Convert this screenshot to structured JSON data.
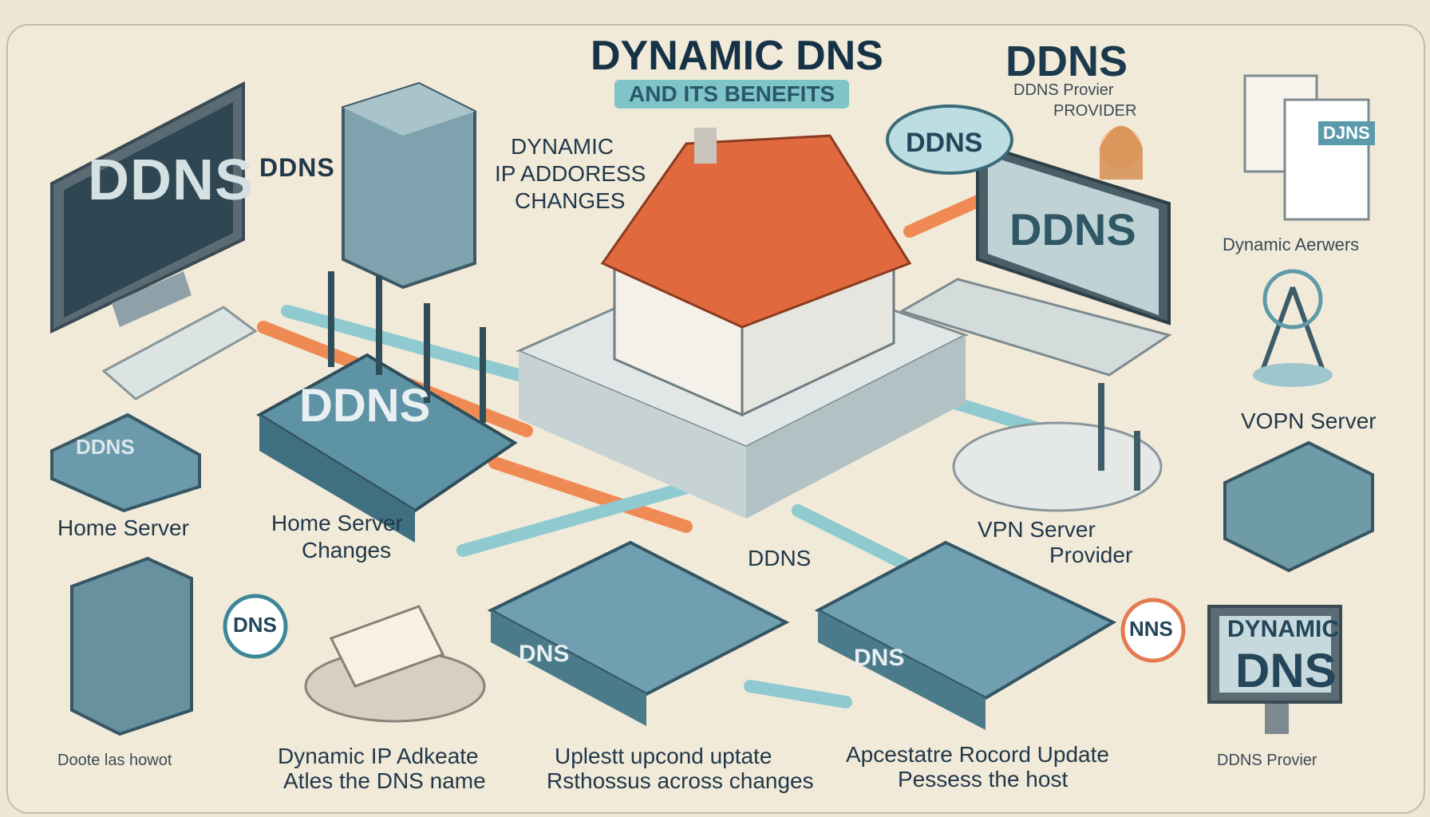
{
  "title": "DYNAMIC DNS",
  "subtitle": "AND ITS BENEFITS",
  "labels": {
    "ddns_top": "DDNS",
    "ddns_provider_1": "DDNS Provier",
    "ddns_provider_2": "PROVIDER",
    "monitor_ddns": "DDNS",
    "server_ddns": "DDNS",
    "dynamic_ip_1": "DYNAMIC",
    "dynamic_ip_2": "IP ADDORESS",
    "dynamic_ip_3": "CHANGES",
    "cloud_ddns": "DDNS",
    "laptop_ddns": "DDNS",
    "document_djns": "DJNS",
    "dynamic_aerwers": "Dynamic Aerwers",
    "vopn_server": "VOPN Server",
    "router_ddns": "DDNS",
    "drive_ddns": "DDNS",
    "home_server": "Home Server",
    "home_server_changes_1": "Home Server",
    "home_server_changes_2": "Changes",
    "center_ddns": "DDNS",
    "vpn_server_1": "VPN Server",
    "vpn_server_2": "Provider",
    "dns_badge": "DNS",
    "nns_badge": "NNS",
    "router_dns": "DNS",
    "router_dns_2": "DNS",
    "monitor_dynamic": "DYNAMIC",
    "monitor_dns": "DNS",
    "doote": "Doote las howot",
    "dynamic_ip_adkeate_1": "Dynamic IP Adkeate",
    "dynamic_ip_adkeate_2": "Atles the DNS name",
    "uplestt_1": "Uplestt upcond uptate",
    "uplestt_2": "Rsthossus across changes",
    "record_update_1": "Apcestatre Rocord Update",
    "record_update_2": "Pessess the host",
    "ddns_provider_bottom": "DDNS Provier"
  }
}
